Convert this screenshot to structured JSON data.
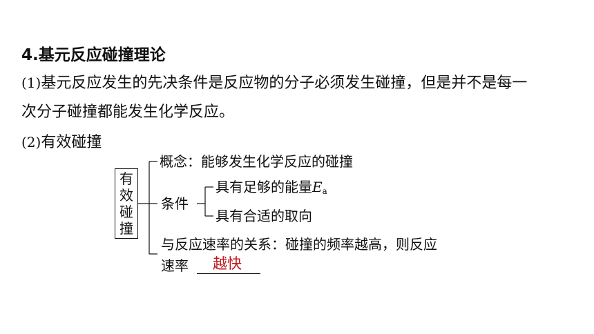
{
  "heading": "4.基元反应碰撞理论",
  "para1": {
    "line1_num": "(1)",
    "line1": "基元反应发生的先决条件是反应物的分子必须发生碰撞，但是并不是每一",
    "line2": "次分子碰撞都能发生化学反应。"
  },
  "para2": {
    "num": "(2)",
    "label": "有效碰撞"
  },
  "diagram": {
    "box_chars": [
      "有",
      "效",
      "碰",
      "撞"
    ],
    "concept": "概念：能够发生化学反应的碰撞",
    "condition_label": "条件",
    "condition_1": "具有足够的能量",
    "condition_1_symbol": "E",
    "condition_1_sub": "a",
    "condition_2": "具有合适的取向",
    "relation_line1": "与反应速率的关系：碰撞的频率越高，则反应",
    "relation_line2": "速率",
    "answer": "越快"
  }
}
